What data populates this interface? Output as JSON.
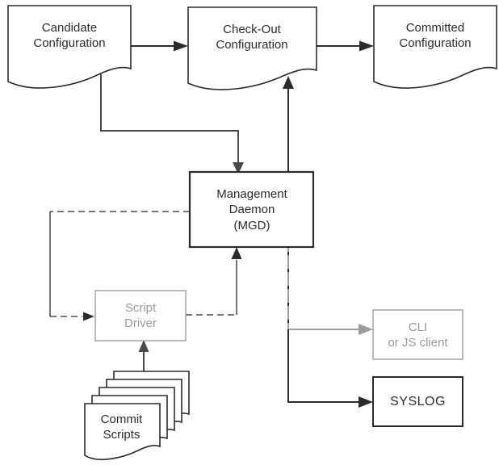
{
  "diagram_type": "flowchart",
  "nodes": {
    "candidate_configuration": {
      "label": "Candidate\nConfiguration",
      "shape": "document",
      "color": "black"
    },
    "checkout_configuration": {
      "label": "Check-Out\nConfiguration",
      "shape": "document",
      "color": "black"
    },
    "committed_configuration": {
      "label": "Committed\nConfiguration",
      "shape": "document",
      "color": "black"
    },
    "management_daemon": {
      "label": "Management\nDaemon\n(MGD)",
      "shape": "rectangle",
      "color": "black"
    },
    "script_driver": {
      "label": "Script\nDriver",
      "shape": "rectangle",
      "color": "gray"
    },
    "cli_client": {
      "label": "CLI\nor JS client",
      "shape": "rectangle",
      "color": "gray"
    },
    "syslog": {
      "label": "SYSLOG",
      "shape": "rectangle",
      "color": "black"
    },
    "commit_scripts": {
      "label": "Commit\nScripts",
      "shape": "document-stack",
      "stack_count": 5,
      "color": "black"
    }
  },
  "edges": [
    {
      "from": "candidate_configuration",
      "to": "checkout_configuration",
      "style": "solid",
      "color": "black"
    },
    {
      "from": "checkout_configuration",
      "to": "committed_configuration",
      "style": "solid",
      "color": "black"
    },
    {
      "from": "candidate_configuration",
      "to": "management_daemon",
      "style": "solid",
      "color": "dark-gray"
    },
    {
      "from": "management_daemon",
      "to": "checkout_configuration",
      "style": "solid",
      "color": "black"
    },
    {
      "from": "management_daemon",
      "to": "script_driver",
      "style": "dashed",
      "color": "black"
    },
    {
      "from": "script_driver",
      "to": "management_daemon",
      "style": "dashed",
      "color": "black"
    },
    {
      "from": "commit_scripts",
      "to": "script_driver",
      "style": "solid",
      "color": "dark-gray"
    },
    {
      "from": "management_daemon",
      "to": "cli_client",
      "style": "solid",
      "color": "gray"
    },
    {
      "from": "management_daemon",
      "to": "syslog",
      "style": "solid",
      "color": "black"
    }
  ],
  "colors": {
    "ink": "#2b2b2b",
    "mid": "#4a4a4a",
    "gray": "#9c9c9c",
    "gray-text": "#9a9a9a",
    "bg": "#ffffff"
  }
}
